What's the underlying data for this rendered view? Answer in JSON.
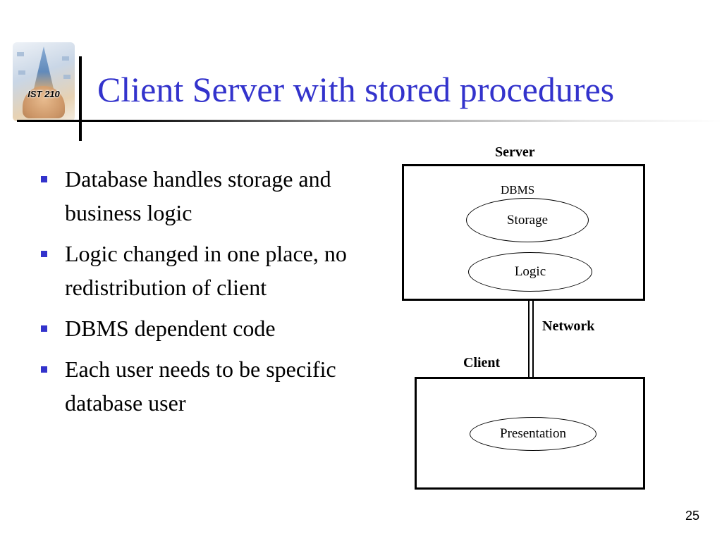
{
  "logo": {
    "text": "IST 210"
  },
  "title": "Client Server with stored procedures",
  "bullets": [
    "Database handles storage and business logic",
    "Logic changed in one place, no redistribution of client",
    "DBMS dependent code",
    "Each user needs to be specific database user"
  ],
  "diagram": {
    "server_label": "Server",
    "dbms_label": "DBMS",
    "storage_label": "Storage",
    "logic_label": "Logic",
    "network_label": "Network",
    "client_label": "Client",
    "presentation_label": "Presentation"
  },
  "page_number": "25",
  "colors": {
    "title": "#3333cc",
    "bullet_marker": "#3333cc"
  }
}
